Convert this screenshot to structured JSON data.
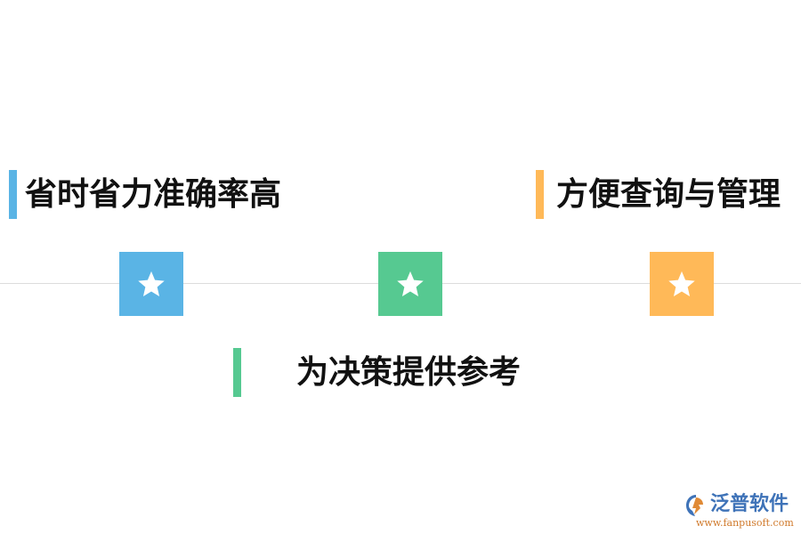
{
  "features": [
    {
      "id": "efficiency",
      "text": "省时省力准确率高",
      "color": "#5ab4e5"
    },
    {
      "id": "query-management",
      "text": "方便查询与管理",
      "color": "#ffb958"
    },
    {
      "id": "decision",
      "text": "为决策提供参考",
      "color": "#56c991"
    }
  ],
  "stars": [
    {
      "color": "#5ab4e5",
      "icon": "star-icon"
    },
    {
      "color": "#56c991",
      "icon": "star-icon"
    },
    {
      "color": "#ffb958",
      "icon": "star-icon"
    }
  ],
  "logo": {
    "name": "泛普软件",
    "url": "www.fanpusoft.com"
  }
}
